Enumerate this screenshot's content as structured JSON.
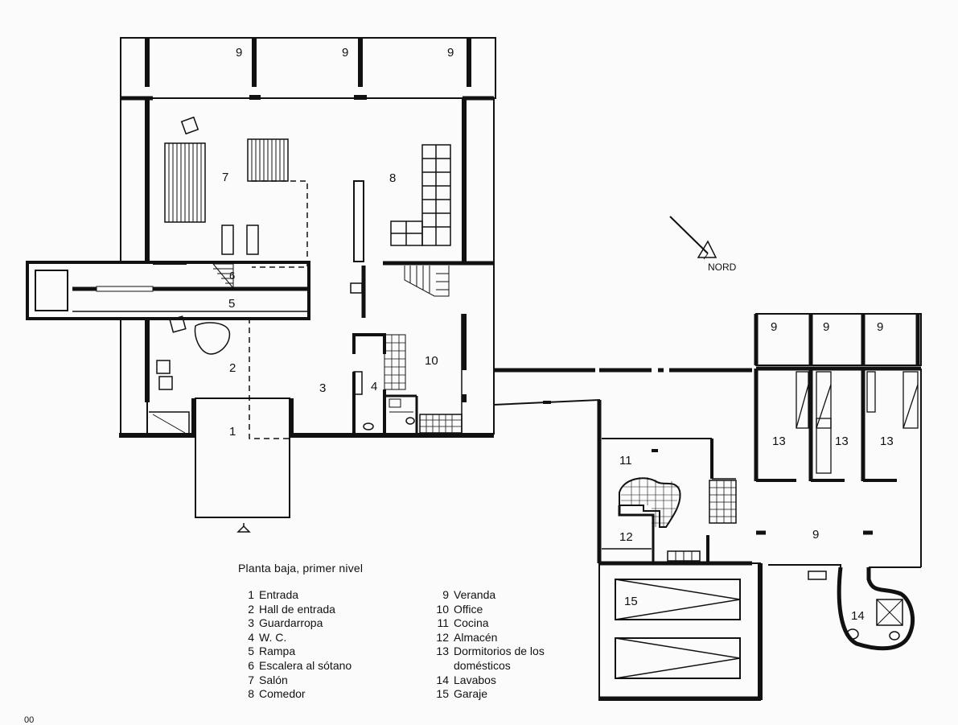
{
  "caption": "Planta baja, primer nivel",
  "compass_label": "NORD",
  "page_number": "00",
  "room_labels": {
    "salon": "7",
    "comedor": "8",
    "escalera": "6",
    "rampa": "5",
    "hall": "2",
    "guardarropa": "3",
    "wc": "4",
    "entrada": "1",
    "office": "10",
    "veranda_a": "9",
    "veranda_b": "9",
    "veranda_c": "9",
    "veranda_d": "9",
    "veranda_e": "9",
    "veranda_f": "9",
    "veranda_g": "9",
    "cocina": "11",
    "almacen": "12",
    "garaje": "15",
    "lavabos": "14",
    "dorm_a": "13",
    "dorm_b": "13",
    "dorm_c": "13"
  },
  "legend_left": [
    {
      "num": "1",
      "text": "Entrada"
    },
    {
      "num": "2",
      "text": "Hall de entrada"
    },
    {
      "num": "3",
      "text": "Guardarropa"
    },
    {
      "num": "4",
      "text": "W. C."
    },
    {
      "num": "5",
      "text": "Rampa"
    },
    {
      "num": "6",
      "text": "Escalera al sótano"
    },
    {
      "num": "7",
      "text": "Salón"
    },
    {
      "num": "8",
      "text": "Comedor"
    }
  ],
  "legend_right": [
    {
      "num": "9",
      "text": "Veranda"
    },
    {
      "num": "10",
      "text": "Office"
    },
    {
      "num": "11",
      "text": "Cocina"
    },
    {
      "num": "12",
      "text": "Almacén"
    },
    {
      "num": "13",
      "text": "Dormitorios de los domésticos"
    },
    {
      "num": "14",
      "text": "Lavabos"
    },
    {
      "num": "15",
      "text": "Garaje"
    }
  ]
}
